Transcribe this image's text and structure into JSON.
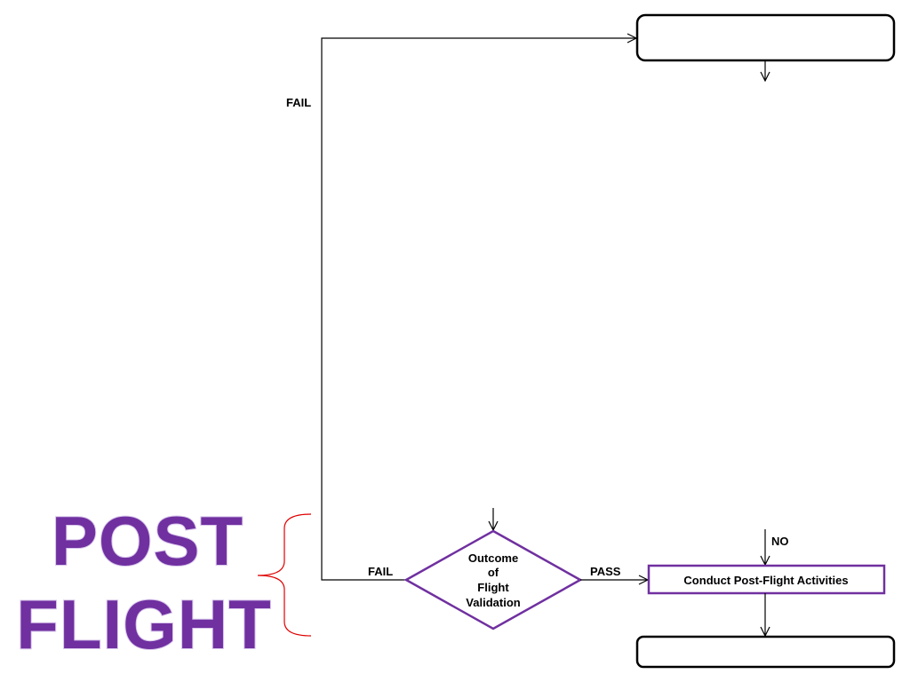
{
  "section": {
    "title_line1": "POST",
    "title_line2": "FLIGHT",
    "title_color": "#7030A0",
    "title_outline": "#D9C7EC",
    "bracket_color": "#E00000"
  },
  "nodes": {
    "top_box": {
      "label": ""
    },
    "decision": {
      "lines": [
        "Outcome",
        "of",
        "Flight",
        "Validation"
      ]
    },
    "activity": {
      "label": "Conduct Post-Flight Activities"
    },
    "bottom_box": {
      "label": ""
    }
  },
  "edges": {
    "fail_upper": "FAIL",
    "fail_left": "FAIL",
    "pass": "PASS",
    "no": "NO"
  },
  "colors": {
    "purple": "#7030A0",
    "line": "#000000"
  }
}
